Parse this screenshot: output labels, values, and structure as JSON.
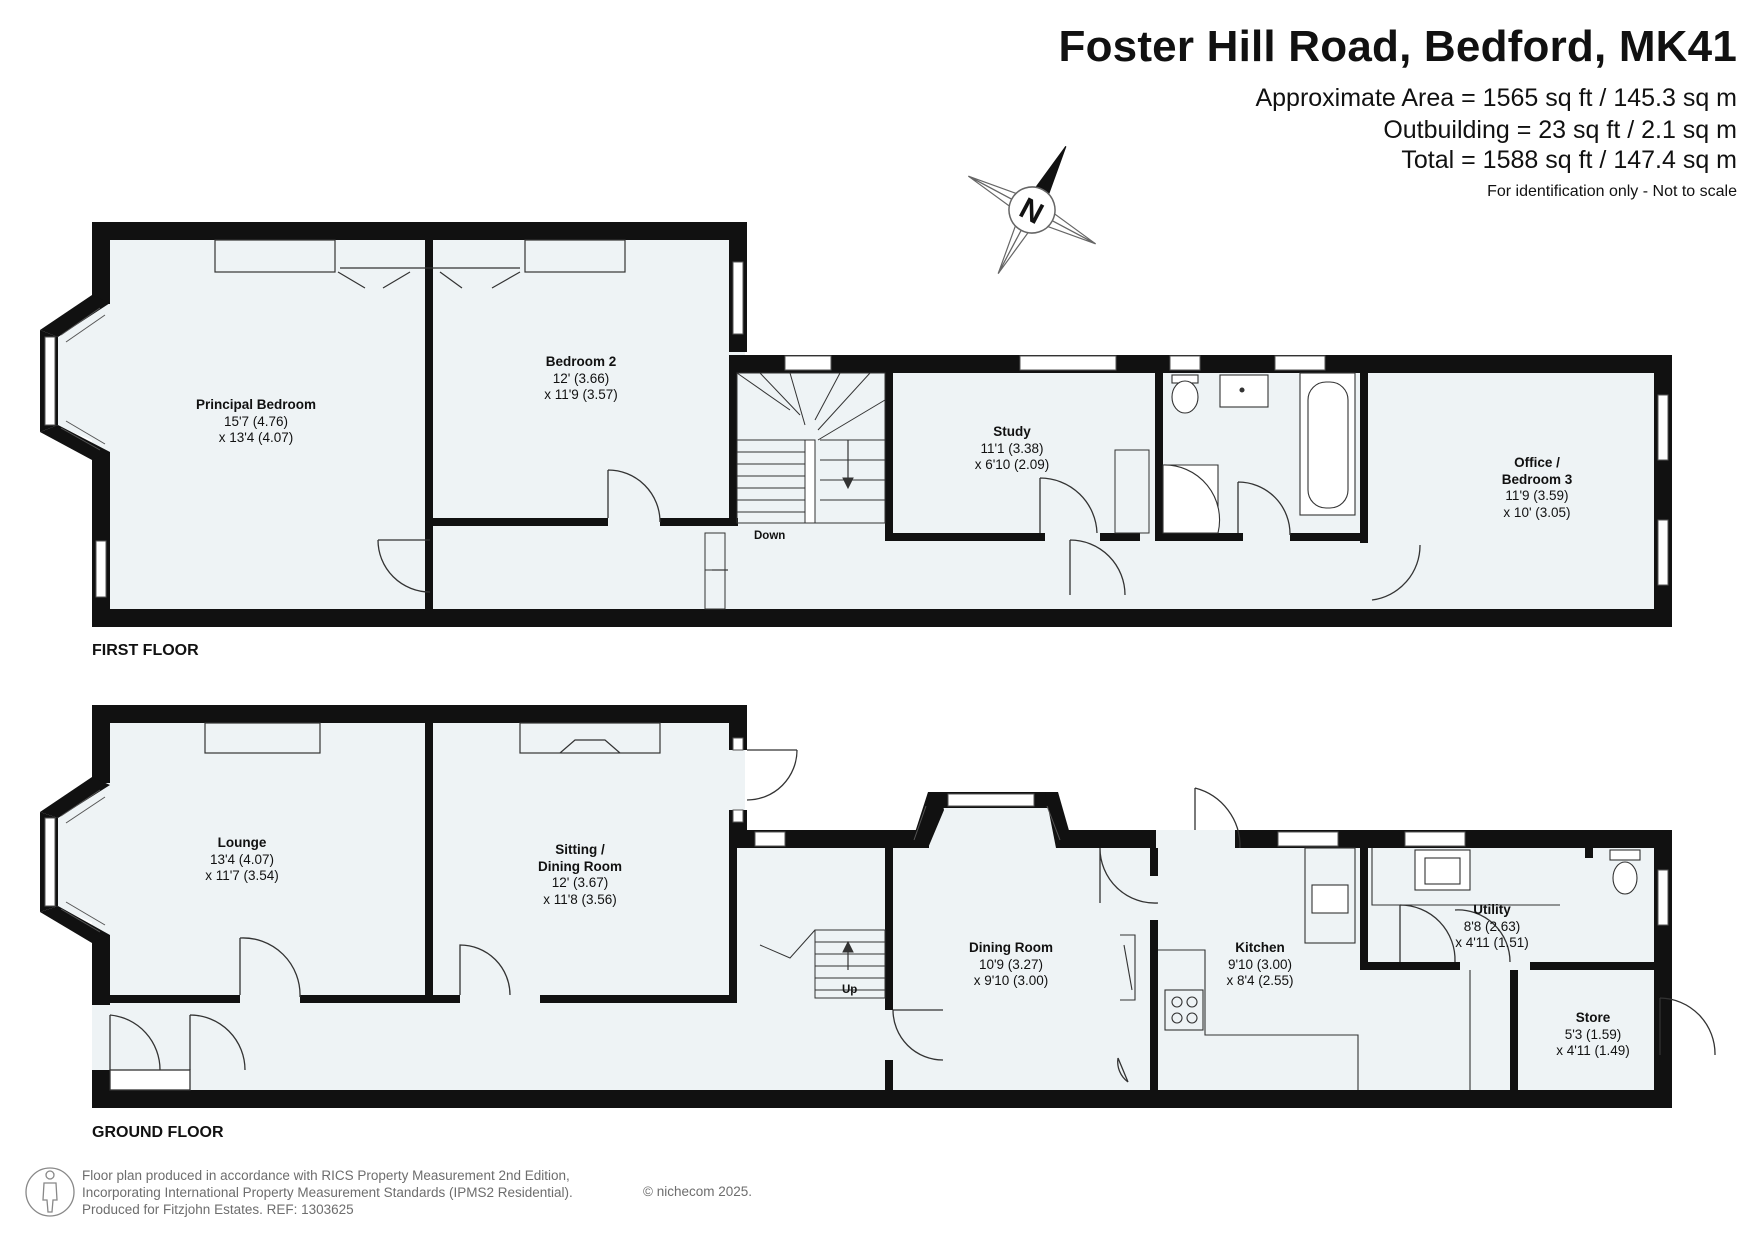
{
  "header": {
    "title": "Foster Hill Road, Bedford, MK41",
    "area_main": "Approximate Area = 1565 sq ft / 145.3 sq m",
    "area_outbuilding": "Outbuilding = 23 sq ft / 2.1 sq m",
    "area_total": "Total = 1588 sq ft / 147.4 sq m",
    "note": "For identification only - Not to scale"
  },
  "compass": {
    "letter": "N"
  },
  "floors": {
    "first": "FIRST FLOOR",
    "ground": "GROUND FLOOR"
  },
  "rooms_first": {
    "principal": {
      "name": "Principal Bedroom",
      "d1": "15'7 (4.76)",
      "d2": "x 13'4 (4.07)"
    },
    "bedroom2": {
      "name": "Bedroom 2",
      "d1": "12' (3.66)",
      "d2": "x 11'9 (3.57)"
    },
    "study": {
      "name": "Study",
      "d1": "11'1 (3.38)",
      "d2": "x 6'10 (2.09)"
    },
    "office": {
      "name1": "Office /",
      "name2": "Bedroom 3",
      "d1": "11'9 (3.59)",
      "d2": "x 10' (3.05)"
    },
    "stairs": "Down"
  },
  "rooms_ground": {
    "lounge": {
      "name": "Lounge",
      "d1": "13'4 (4.07)",
      "d2": "x 11'7 (3.54)"
    },
    "sitting": {
      "name1": "Sitting /",
      "name2": "Dining Room",
      "d1": "12' (3.67)",
      "d2": "x 11'8 (3.56)"
    },
    "dining": {
      "name": "Dining Room",
      "d1": "10'9 (3.27)",
      "d2": "x 9'10 (3.00)"
    },
    "kitchen": {
      "name": "Kitchen",
      "d1": "9'10 (3.00)",
      "d2": "x 8'4 (2.55)"
    },
    "utility": {
      "name": "Utility",
      "d1": "8'8 (2.63)",
      "d2": "x 4'11 (1.51)"
    },
    "store": {
      "name": "Store",
      "d1": "5'3 (1.59)",
      "d2": "x 4'11 (1.49)"
    },
    "stairs": "Up"
  },
  "footer": {
    "line1": "Floor plan produced in accordance with RICS Property Measurement 2nd Edition,",
    "line2": "Incorporating International Property Measurement Standards (IPMS2 Residential).",
    "line3": "Produced for Fitzjohn Estates.   REF: 1303625",
    "copyright": "© nichecom 2025."
  },
  "colors": {
    "wall": "#111111",
    "floor": "#eef3f5",
    "text": "#111111",
    "footer": "#6d6d6d"
  }
}
